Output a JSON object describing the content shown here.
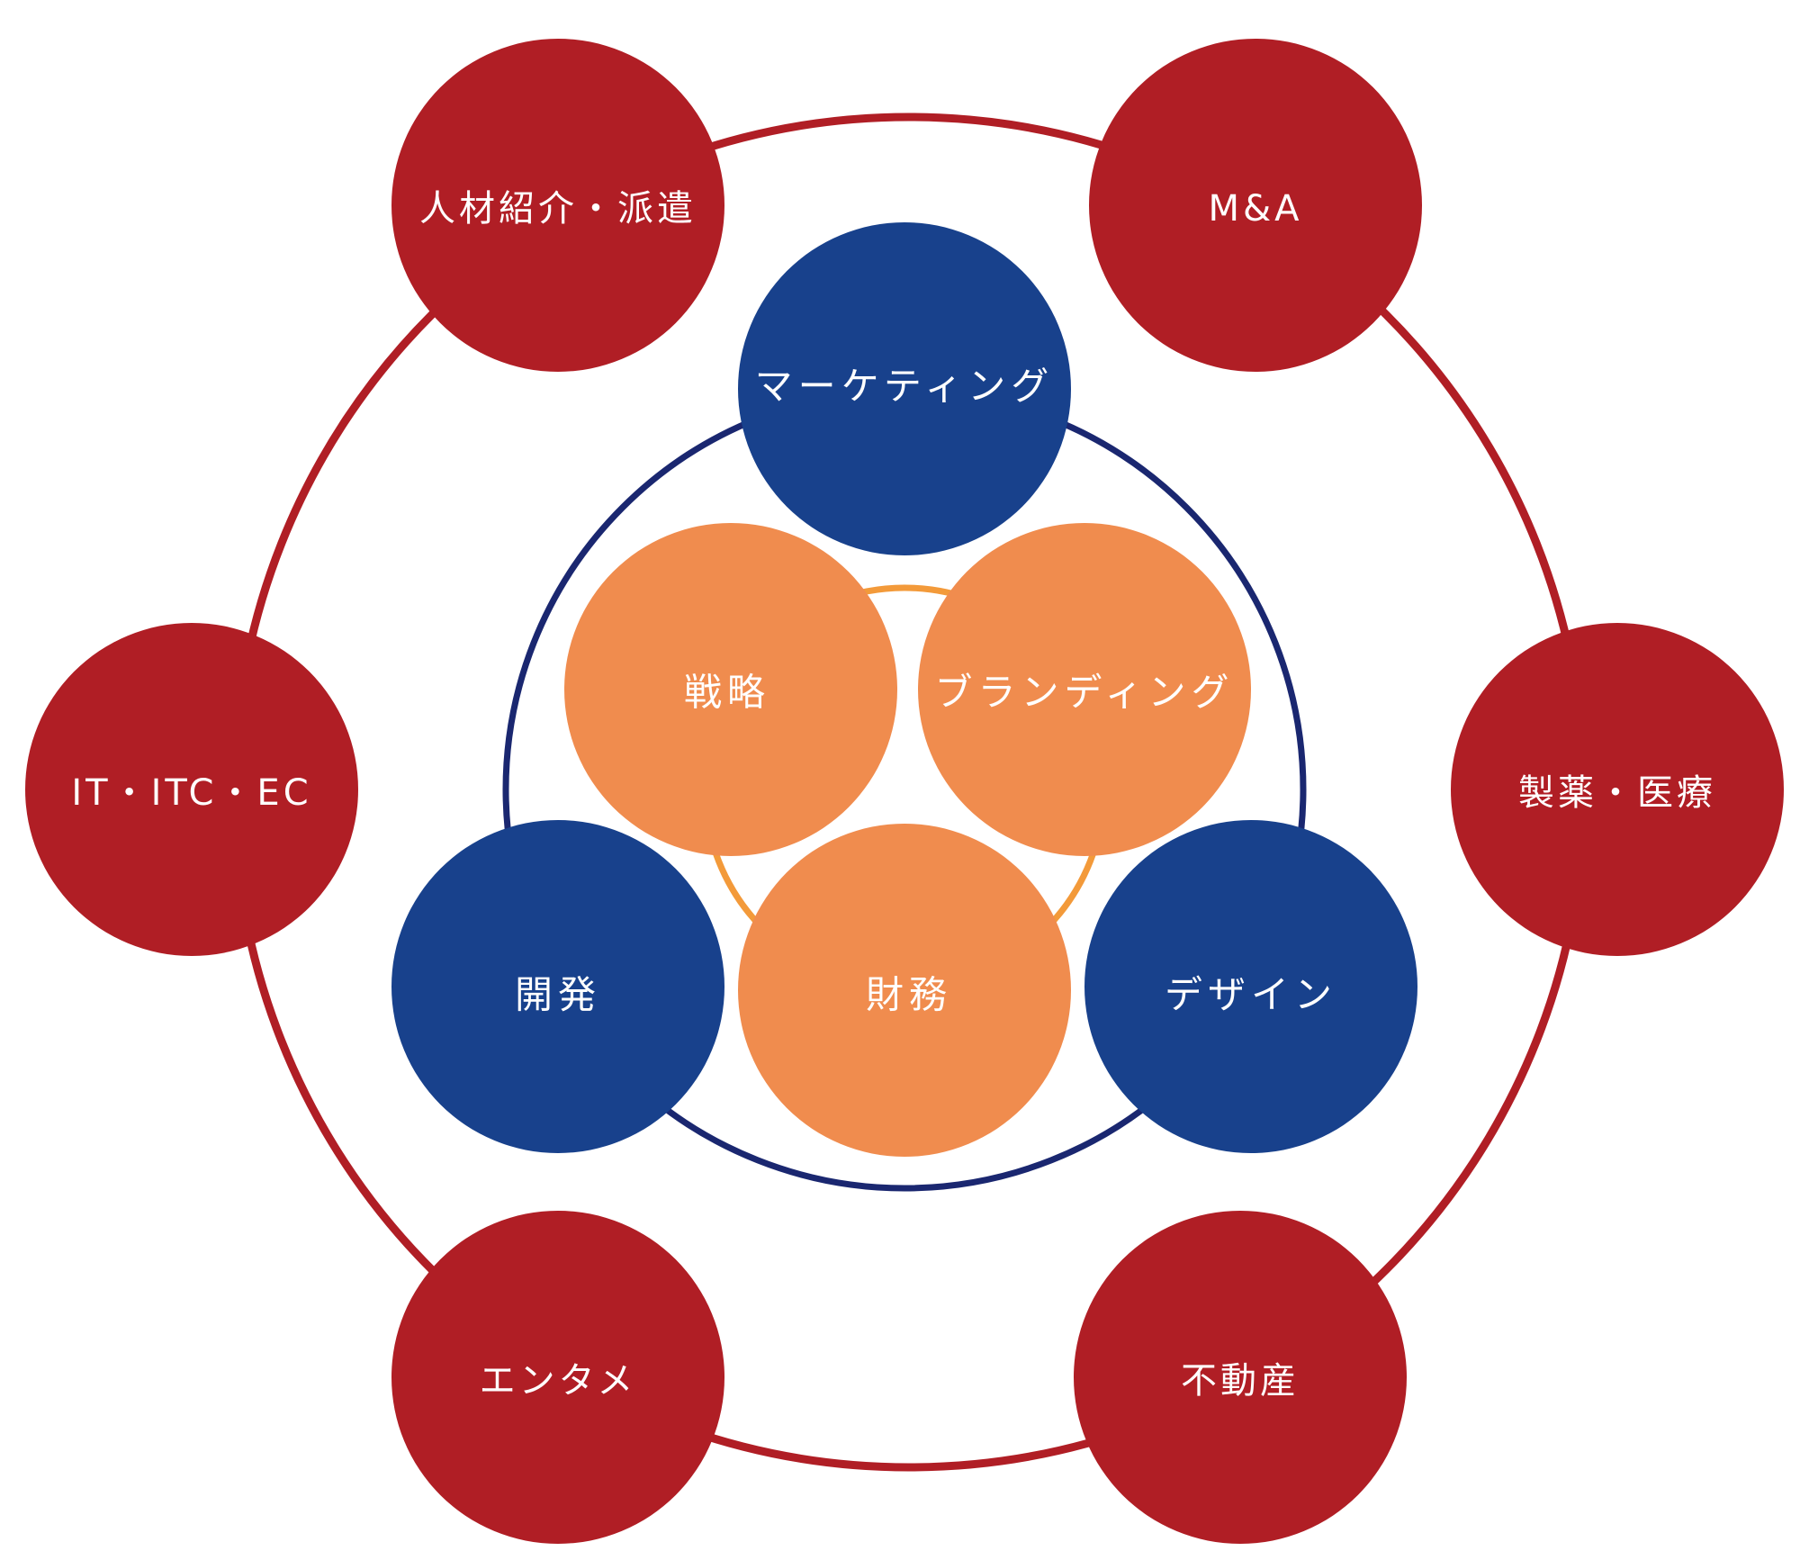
{
  "colors": {
    "industry": "#B01E25",
    "function": "#18418C",
    "core": "#F08C4E",
    "inner_ring": "#1A2770",
    "core_ring": "#F39A3A",
    "outer_ring": "#B01E25",
    "label": "#FFFFFF"
  },
  "outer_nodes": [
    {
      "key": "jinzai",
      "label": "人材紹介・派遣"
    },
    {
      "key": "ma",
      "label": "M&A"
    },
    {
      "key": "seiyaku",
      "label": "製薬・医療"
    },
    {
      "key": "fudosan",
      "label": "不動産"
    },
    {
      "key": "entame",
      "label": "エンタメ"
    },
    {
      "key": "it",
      "label": "IT・ITC・EC"
    }
  ],
  "middle_nodes": [
    {
      "key": "marketing",
      "label": "マーケティング"
    },
    {
      "key": "design",
      "label": "デザイン"
    },
    {
      "key": "kaihatsu",
      "label": "開発"
    }
  ],
  "core_nodes": [
    {
      "key": "senryaku",
      "label": "戦略"
    },
    {
      "key": "branding",
      "label": "ブランディング"
    },
    {
      "key": "zaimu",
      "label": "財務"
    }
  ]
}
